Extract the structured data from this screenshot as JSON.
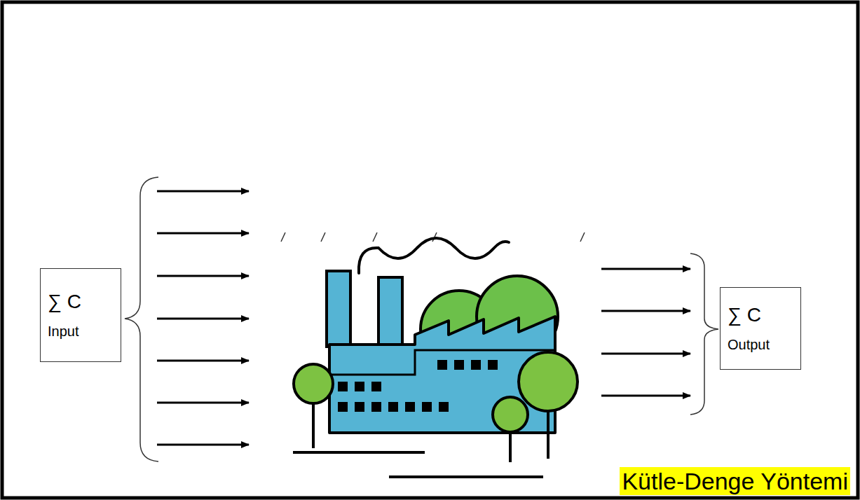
{
  "diagram": {
    "nodes": [
      {
        "text": [
          "∑ C",
          "Input"
        ]
      },
      {
        "text": [
          "∑ C",
          "Output"
        ]
      }
    ],
    "labels": [
      "Kütle-Denge Yöntemi"
    ]
  }
}
